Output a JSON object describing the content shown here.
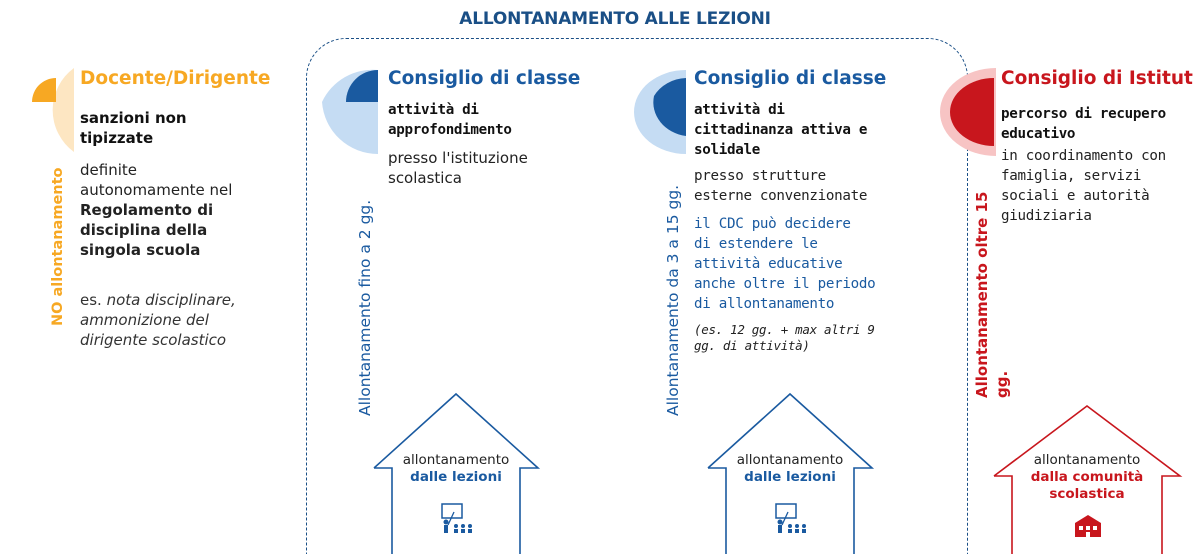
{
  "header": {
    "title": "ALLONTANAMENTO ALLE LEZIONI"
  },
  "colors": {
    "orange": "#f7a823",
    "blue": "#1a5aa0",
    "light_blue": "#c5dcf3",
    "red": "#c8161d",
    "pink": "#f7c4c4",
    "peach": "#fde6c2"
  },
  "col1": {
    "title": "Docente/Dirigente",
    "subtitle": [
      "sanzioni non",
      "tipizzate"
    ],
    "body": [
      "definite",
      "autonomamente nel"
    ],
    "body_bold": [
      "Regolamento di",
      "disciplina della",
      "singola scuola"
    ],
    "example_prefix": "es.",
    "example": [
      "nota disciplinare,",
      "ammonizione del",
      "dirigente scolastico"
    ],
    "vertical_label": "NO allontanamento",
    "icon": "quarter-circle-icon"
  },
  "col2": {
    "title": "Consiglio di classe",
    "subtitle": [
      "attività di",
      "approfondimento"
    ],
    "body": [
      "presso l'istituzione",
      "scolastica"
    ],
    "vertical_label": "Allontanamento fino a 2 gg.",
    "house": {
      "line1": "allontanamento",
      "line2": "dalle lezioni",
      "icon": "teacher-class-icon"
    }
  },
  "col3": {
    "title": "Consiglio di classe",
    "subtitle": [
      "attività di",
      "cittadinanza attiva e",
      "solidale"
    ],
    "body": [
      "presso strutture",
      "esterne convenzionate"
    ],
    "note": [
      "il CDC può decidere",
      "di estendere le",
      "attività educative",
      "anche oltre il periodo",
      "di allontanamento"
    ],
    "example": [
      "(es. 12 gg. + max altri 9",
      "gg. di attività)"
    ],
    "vertical_label": "Allontanamento da 3 a 15 gg.",
    "house": {
      "line1": "allontanamento",
      "line2": "dalle lezioni",
      "icon": "teacher-class-icon"
    }
  },
  "col4": {
    "title": "Consiglio di Istituto",
    "subtitle": [
      "percorso di recupero",
      "educativo"
    ],
    "body": [
      "in coordinamento con",
      "famiglia, servizi",
      "sociali e autorità",
      "giudiziaria"
    ],
    "vertical_label": [
      "Allontanamento oltre 15",
      "gg."
    ],
    "house": {
      "line1": "allontanamento",
      "line2": [
        "dalla comunità",
        "scolastica"
      ],
      "icon": "school-building-icon"
    }
  }
}
